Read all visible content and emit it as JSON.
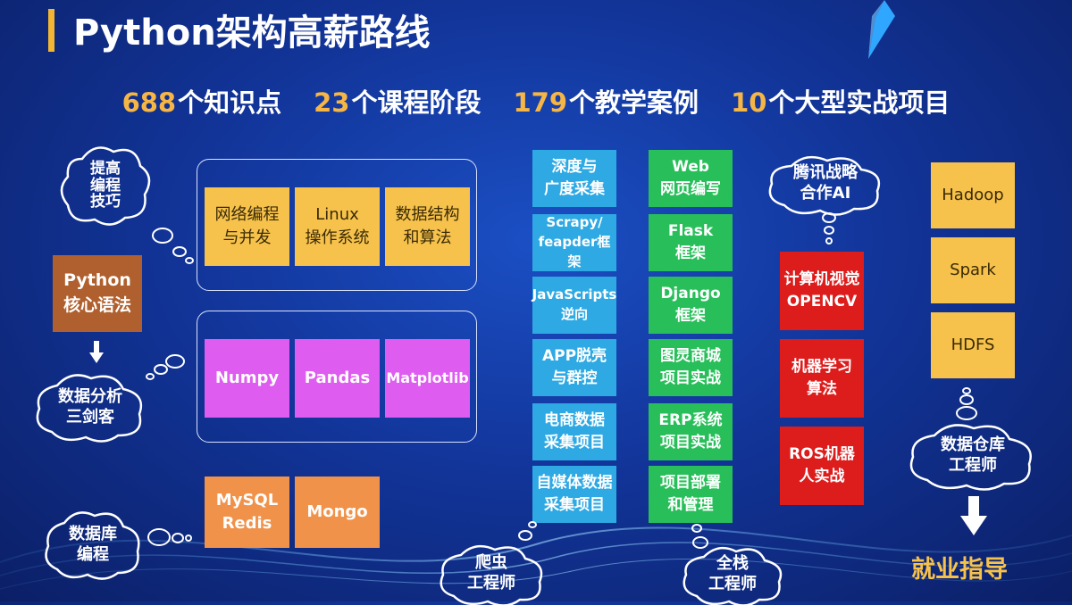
{
  "header": {
    "title": "Python架构高薪路线"
  },
  "stats": [
    {
      "num": "688",
      "label": "个知识点"
    },
    {
      "num": "23",
      "label": "个课程阶段"
    },
    {
      "num": "179",
      "label": "个教学案例"
    },
    {
      "num": "10",
      "label": "个大型实战项目"
    }
  ],
  "clouds": {
    "skills": "提高\n编程\n技巧",
    "analysis": "数据分析\n三剑客",
    "database": "数据库\n编程",
    "crawler": "爬虫\n工程师",
    "fullstack": "全栈\n工程师",
    "tencent": "腾讯战略\n合作AI",
    "warehouse": "数据仓库\n工程师"
  },
  "core": {
    "label": "Python\n核心语法"
  },
  "group1": [
    "网络编程\n与并发",
    "Linux\n操作系统",
    "数据结构\n和算法"
  ],
  "group2": [
    "Numpy",
    "Pandas",
    "Matplotlib"
  ],
  "db": [
    "MySQL\nRedis",
    "Mongo"
  ],
  "crawler_col": [
    "深度与\n广度采集",
    "Scrapy/\nfeapder框架",
    "JavaScripts\n逆向",
    "APP脱壳\n与群控",
    "电商数据\n采集项目",
    "自媒体数据\n采集项目"
  ],
  "web_col": [
    "Web\n网页编写",
    "Flask\n框架",
    "Django\n框架",
    "图灵商城\n项目实战",
    "ERP系统\n项目实战",
    "项目部署\n和管理"
  ],
  "ai_col": [
    "计算机视觉\nOPENCV",
    "机器学习\n算法",
    "ROS机器\n人实战"
  ],
  "bigdata_col": [
    "Hadoop",
    "Spark",
    "HDFS"
  ],
  "footer": {
    "jobs": "就业指导"
  },
  "colors": {
    "accent": "#f6b645",
    "yellow": "#f6c24c",
    "magenta": "#de5cf0",
    "orange": "#f0924a",
    "blue": "#2ea9e3",
    "green": "#28bf5a",
    "red": "#dd1c1c",
    "brown": "#b0602e"
  }
}
